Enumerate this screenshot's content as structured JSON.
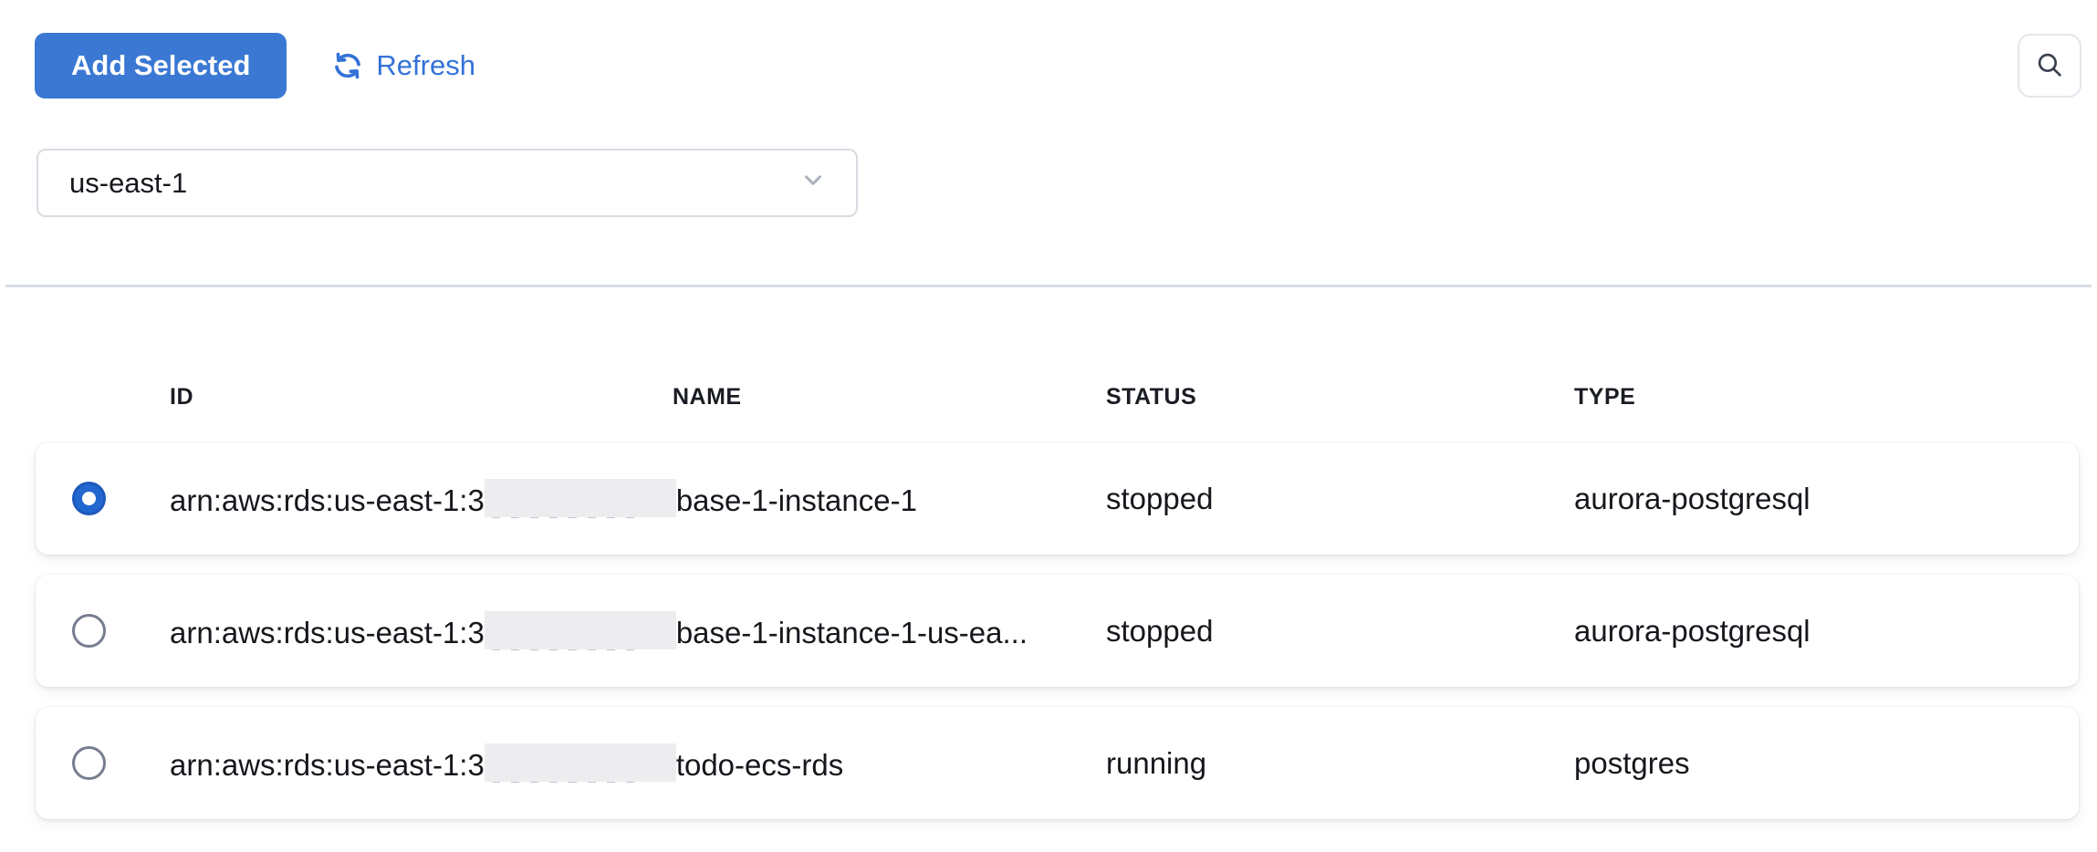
{
  "toolbar": {
    "add_selected_label": "Add Selected",
    "refresh_label": "Refresh"
  },
  "icons": {
    "refresh": "refresh-icon",
    "search": "search-icon",
    "chevron_down": "chevron-down-icon"
  },
  "region_select": {
    "value": "us-east-1"
  },
  "table": {
    "columns": [
      "ID",
      "NAME",
      "STATUS",
      "TYPE"
    ],
    "rows": [
      {
        "selected": true,
        "id_prefix": "arn:aws:rds:us-east-1:3",
        "id_redacted": true,
        "id_suffix": "base-1-instance-1",
        "name": "",
        "status": "stopped",
        "type": "aurora-postgresql"
      },
      {
        "selected": false,
        "id_prefix": "arn:aws:rds:us-east-1:3",
        "id_redacted": true,
        "id_suffix": "base-1-instance-1-us-ea...",
        "name": "",
        "status": "stopped",
        "type": "aurora-postgresql"
      },
      {
        "selected": false,
        "id_prefix": "arn:aws:rds:us-east-1:3",
        "id_redacted": true,
        "id_suffix": "todo-ecs-rds",
        "name": "",
        "status": "running",
        "type": "postgres"
      }
    ]
  },
  "colors": {
    "primary_button": "#3a78d3",
    "link_blue": "#3472d8",
    "radio_selected": "#2267cf",
    "divider": "#d8dce4",
    "redaction_box": "#ededef",
    "text": "#15171c"
  }
}
